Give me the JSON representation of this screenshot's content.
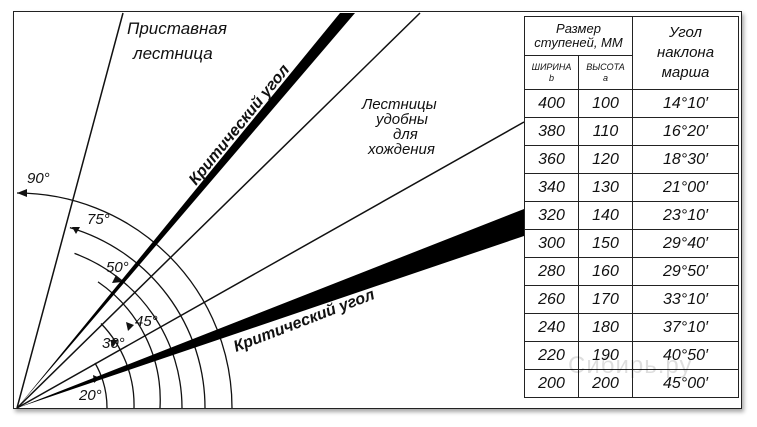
{
  "labels": {
    "ladder": [
      "Приставная",
      "лестница"
    ],
    "comfortable": [
      "Лестницы",
      "удобны",
      "для",
      "хождения"
    ],
    "critical_upper": "Критический угол",
    "critical_lower": "Критический угол"
  },
  "angles": [
    "90°",
    "75°",
    "50°",
    "45°",
    "30°",
    "20°"
  ],
  "table": {
    "header_size": [
      "Размер",
      "ступеней, ММ"
    ],
    "header_angle": [
      "Угол",
      "наклона",
      "марша"
    ],
    "col_width": [
      "ШИРИНА",
      "b"
    ],
    "col_height": [
      "ВЫСОТА",
      "a"
    ],
    "rows": [
      {
        "width": "400",
        "height": "100",
        "angle": "14°10′"
      },
      {
        "width": "380",
        "height": "110",
        "angle": "16°20′"
      },
      {
        "width": "360",
        "height": "120",
        "angle": "18°30′"
      },
      {
        "width": "340",
        "height": "130",
        "angle": "21°00′"
      },
      {
        "width": "320",
        "height": "140",
        "angle": "23°10′"
      },
      {
        "width": "300",
        "height": "150",
        "angle": "29°40′"
      },
      {
        "width": "280",
        "height": "160",
        "angle": "29°50′"
      },
      {
        "width": "260",
        "height": "170",
        "angle": "33°10′"
      },
      {
        "width": "240",
        "height": "180",
        "angle": "37°10′"
      },
      {
        "width": "220",
        "height": "190",
        "angle": "40°50′"
      },
      {
        "width": "200",
        "height": "200",
        "angle": "45°00′"
      }
    ]
  },
  "watermark": "Сибирь.ру"
}
